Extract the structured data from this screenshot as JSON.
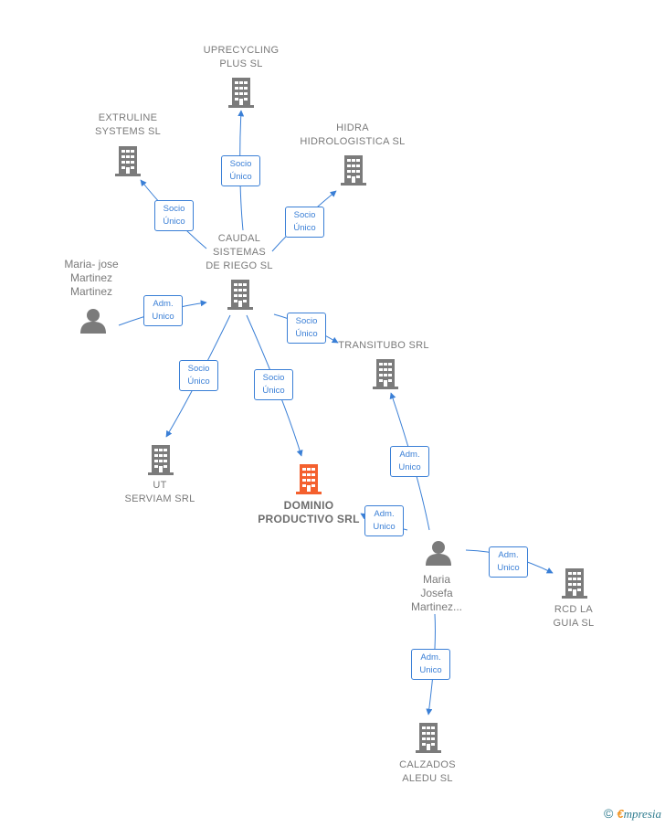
{
  "nodes": {
    "uprecycling": "UPRECYCLING\nPLUS SL",
    "extruline": "EXTRULINE\nSYSTEMS SL",
    "hidra": "HIDRA\nHIDROLOGISTICA SL",
    "caudal": "CAUDAL\nSISTEMAS\nDE RIEGO SL",
    "maria_jose": "Maria- jose\nMartinez\nMartinez",
    "transitubo": "TRANSITUBO SRL",
    "ut_serviam": "UT\nSERVIAM SRL",
    "dominio": "DOMINIO\nPRODUCTIVO SRL",
    "maria_josefa": "Maria\nJosefa\nMartinez...",
    "rcd": "RCD LA\nGUIA SL",
    "calzados": "CALZADOS\nALEDU SL"
  },
  "relations": {
    "socio_unico": "Socio\nÚnico",
    "adm_unico": "Adm.\nUnico"
  },
  "colors": {
    "edge": "#3a7fd6",
    "building": "#7b7b7b",
    "focus": "#f4602e",
    "person": "#7b7b7b"
  },
  "footer": {
    "copyright": "©",
    "brand_first": "€",
    "brand_rest": "mpresia"
  }
}
